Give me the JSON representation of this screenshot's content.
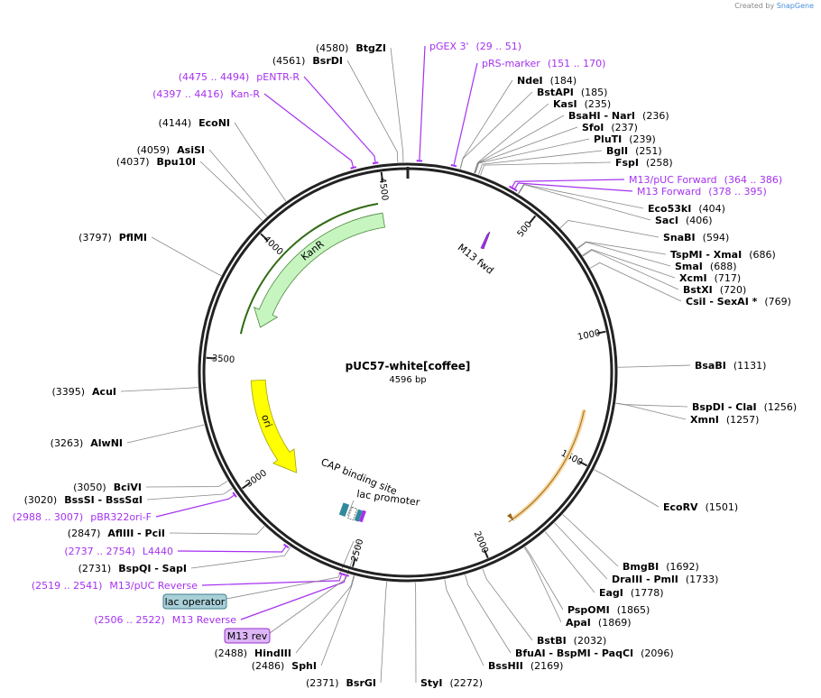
{
  "credit": {
    "prefix": "Created by",
    "brand": "SnapGene"
  },
  "plasmid": {
    "name": "pUC57-white[coffee]",
    "length": "4596 bp",
    "total_bp": 4596
  },
  "colors": {
    "feature_primer": "#a531f0",
    "kanr": "#c6f5c0",
    "ori": "#ffff00",
    "orange": "#f5a623",
    "backbone": "#222222"
  },
  "ticks": [
    "500",
    "1000",
    "1500",
    "2000",
    "2500",
    "3000",
    "3500",
    "4000",
    "4500"
  ],
  "sites": [
    {
      "name": "BtgZI",
      "pos": "(4580)",
      "bp": 4580
    },
    {
      "name": "BsrDI",
      "pos": "(4561)",
      "bp": 4561
    },
    {
      "name": "EcoNI",
      "pos": "(4144)",
      "bp": 4144
    },
    {
      "name": "AsiSI",
      "pos": "(4059)",
      "bp": 4059
    },
    {
      "name": "Bpu10I",
      "pos": "(4037)",
      "bp": 4037
    },
    {
      "name": "PflMI",
      "pos": "(3797)",
      "bp": 3797
    },
    {
      "name": "AcuI",
      "pos": "(3395)",
      "bp": 3395
    },
    {
      "name": "AlwNI",
      "pos": "(3263)",
      "bp": 3263
    },
    {
      "name": "BciVI",
      "pos": "(3050)",
      "bp": 3050
    },
    {
      "name": "BssSI   - BssSαI",
      "pos": "(3020)",
      "bp": 3020
    },
    {
      "name": "AflIII   - PciI",
      "pos": "(2847)",
      "bp": 2847
    },
    {
      "name": "BspQI   - SapI",
      "pos": "(2731)",
      "bp": 2731
    },
    {
      "name": "HindIII",
      "pos": "(2488)",
      "bp": 2488
    },
    {
      "name": "SphI",
      "pos": "(2486)",
      "bp": 2486
    },
    {
      "name": "BsrGI",
      "pos": "(2371)",
      "bp": 2371
    },
    {
      "name": "StyI",
      "pos": "(2272)",
      "bp": 2272
    },
    {
      "name": "BssHII",
      "pos": "(2169)",
      "bp": 2169
    },
    {
      "name": "BfuAI  - BspMI  - PaqCI",
      "pos": "(2096)",
      "bp": 2096
    },
    {
      "name": "BstBI",
      "pos": "(2032)",
      "bp": 2032
    },
    {
      "name": "ApaI",
      "pos": "(1869)",
      "bp": 1869
    },
    {
      "name": "PspOMI",
      "pos": "(1865)",
      "bp": 1865
    },
    {
      "name": "EagI",
      "pos": "(1778)",
      "bp": 1778
    },
    {
      "name": "DraIII  - PmlI",
      "pos": "(1733)",
      "bp": 1733
    },
    {
      "name": "BmgBI",
      "pos": "(1692)",
      "bp": 1692
    },
    {
      "name": "EcoRV",
      "pos": "(1501)",
      "bp": 1501
    },
    {
      "name": "XmnI",
      "pos": "(1257)",
      "bp": 1257
    },
    {
      "name": "BspDI  - ClaI",
      "pos": "(1256)",
      "bp": 1256
    },
    {
      "name": "BsaBI",
      "pos": "(1131)",
      "bp": 1131
    },
    {
      "name": "NdeI",
      "pos": "(184)",
      "bp": 184
    },
    {
      "name": "BstAPI",
      "pos": "(185)",
      "bp": 185
    },
    {
      "name": "KasI",
      "pos": "(235)",
      "bp": 235
    },
    {
      "name": "BsaHI  - NarI",
      "pos": "(236)",
      "bp": 236
    },
    {
      "name": "SfoI",
      "pos": "(237)",
      "bp": 237
    },
    {
      "name": "PluTI",
      "pos": "(239)",
      "bp": 239
    },
    {
      "name": "BglI",
      "pos": "(251)",
      "bp": 251
    },
    {
      "name": "FspI",
      "pos": "(258)",
      "bp": 258
    },
    {
      "name": "Eco53kI",
      "pos": "(404)",
      "bp": 404
    },
    {
      "name": "SacI",
      "pos": "(406)",
      "bp": 406
    },
    {
      "name": "SnaBI",
      "pos": "(594)",
      "bp": 594
    },
    {
      "name": "TspMI  - XmaI",
      "pos": "(686)",
      "bp": 686
    },
    {
      "name": "SmaI",
      "pos": "(688)",
      "bp": 688
    },
    {
      "name": "XcmI",
      "pos": "(717)",
      "bp": 717
    },
    {
      "name": "BstXI",
      "pos": "(720)",
      "bp": 720
    },
    {
      "name": "CsiI  - SexAI *",
      "pos": "(769)",
      "bp": 769
    }
  ],
  "primers": [
    {
      "name": "pGEX 3'",
      "range": "(29 .. 51)",
      "bp": 40
    },
    {
      "name": "pRS-marker",
      "range": "(151 .. 170)",
      "bp": 160
    },
    {
      "name": "M13/pUC Forward",
      "range": "(364 .. 386)",
      "bp": 375
    },
    {
      "name": "M13 Forward",
      "range": "(378 .. 395)",
      "bp": 386
    },
    {
      "name": "pENTR-R",
      "range": "(4475 .. 4494)",
      "bp": 4484
    },
    {
      "name": "Kan-R",
      "range": "(4397 .. 4416)",
      "bp": 4406
    },
    {
      "name": "pBR322ori-F",
      "range": "(2988 .. 3007)",
      "bp": 2997
    },
    {
      "name": "L4440",
      "range": "(2737 .. 2754)",
      "bp": 2745
    },
    {
      "name": "M13/pUC Reverse",
      "range": "(2519 .. 2541)",
      "bp": 2530
    },
    {
      "name": "M13 Reverse",
      "range": "(2506 .. 2522)",
      "bp": 2514
    }
  ],
  "features": {
    "kanr": "KanR",
    "ori": "ori",
    "m13fwd": "M13 fwd",
    "cap": "CAP binding site",
    "lacpromoter": "lac promoter",
    "lacoperator": "lac operator",
    "m13rev": "M13 rev"
  }
}
